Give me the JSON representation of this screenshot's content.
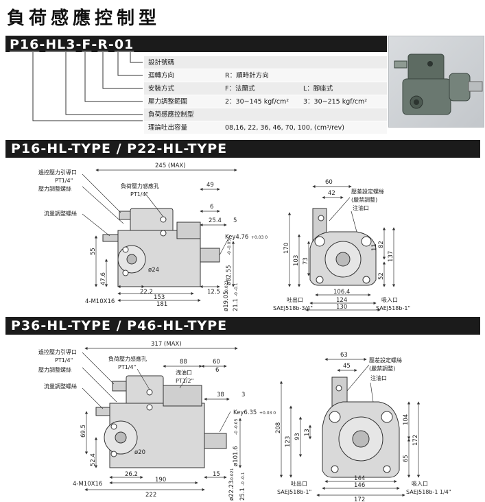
{
  "page_title": "負荷感應控制型",
  "model_code": {
    "parts": [
      "P16",
      "-",
      "HL",
      "3",
      "-",
      "F",
      "-",
      "R",
      "-",
      "01"
    ]
  },
  "spec_rows": [
    {
      "label": "設計號碼",
      "col2": "",
      "col3": ""
    },
    {
      "label": "迴轉方向",
      "col2": "R：順時針方向",
      "col3": ""
    },
    {
      "label": "安裝方式",
      "col2": "F：法蘭式",
      "col3": "L：腳座式"
    },
    {
      "label": "壓力調整範圍",
      "col2": "2：30~145 kgf/cm²",
      "col3": "3：30~215 kgf/cm²"
    },
    {
      "label": "負荷感應控制型",
      "col2": "",
      "col3": ""
    },
    {
      "label": "理論吐出容量",
      "col2": "08,16, 22, 36, 46, 70, 100, (cm³/rev)",
      "col3": ""
    }
  ],
  "section1": {
    "title": "P16-HL-TYPE / P22-HL-TYPE",
    "side": {
      "overall": "245 (MAX)",
      "label_remote": "遙控壓力引導口",
      "label_remote_port": "PT1/4\"",
      "label_pressure_screw": "壓力調整螺絲",
      "label_flow_screw": "流量調整螺絲",
      "label_load_port": "負荷壓力感應孔",
      "label_load_port_size": "PT1/4\"",
      "d49": "49",
      "d6": "6",
      "d25_4": "25.4",
      "d5": "5",
      "key": "Key4.76",
      "key_tol": "+0.03 0",
      "d55": "55",
      "d47_6": "47.6",
      "phi24": "ø24",
      "shaft_dia": "ø82.55",
      "shaft_dia_tol": "-0 -0.05",
      "d12_5": "12.5",
      "d22_2": "22.2",
      "d153": "153",
      "d181": "181",
      "bolts": "4-M10X16",
      "shaft": "ø19.05",
      "shaft_tol": "-0.021",
      "d21_1": "21.1",
      "d21_1_tol": "-0 -0.1"
    },
    "front": {
      "d60": "60",
      "d42": "42",
      "label_pressure_set": "壓差設定螺絲",
      "label_prohibit": "(嚴禁調整)",
      "label_oil": "注油口",
      "d170": "170",
      "d103": "103",
      "d73": "73",
      "d11": "11",
      "d82": "82",
      "d137": "137",
      "d52": "52",
      "d106_4": "106.4",
      "d124": "124",
      "d130": "130",
      "outlet": "吐出口",
      "outlet_spec": "SAEJ518b-3/4\"",
      "inlet": "吸入口",
      "inlet_spec": "SAEJ518b-1\""
    }
  },
  "section2": {
    "title": "P36-HL-TYPE / P46-HL-TYPE",
    "side": {
      "overall": "317 (MAX)",
      "label_remote": "遙控壓力引導口",
      "label_remote_port": "PT1/4\"",
      "label_pressure_screw": "壓力調整螺絲",
      "label_flow_screw": "流量調整螺絲",
      "label_load_port": "負荷壓力感應孔",
      "label_load_port_size": "PT1/4\"",
      "label_drain": "洩油口",
      "label_drain_size": "PT1/2\"",
      "d88": "88",
      "d60": "60",
      "d6": "6",
      "d38": "38",
      "d3": "3",
      "key": "Key6.35",
      "key_tol": "+0.03 0",
      "d69_5": "69.5",
      "d52_4": "52.4",
      "phi20": "ø20",
      "shaft_dia": "ø101.6",
      "shaft_dia_tol": "-0 -0.05",
      "d26_2": "26.2",
      "d190": "190",
      "d15": "15",
      "d222": "222",
      "bolts": "4-M10X16",
      "shaft": "ø22.23",
      "shaft_tol": "-0.021",
      "d25_1": "25.1",
      "d25_1_tol": "-0 -0.1"
    },
    "front": {
      "d63": "63",
      "d45": "45",
      "label_pressure_set": "壓差設定螺絲",
      "label_prohibit": "(嚴禁調整)",
      "label_oil": "注油口",
      "d208": "208",
      "d123": "123",
      "d93": "93",
      "d13": "13",
      "d104": "104",
      "d172v": "172",
      "d65": "65",
      "d144": "144",
      "d146": "146",
      "d172": "172",
      "outlet": "吐出口",
      "outlet_spec": "SAEJ518b-1\"",
      "inlet": "吸入口",
      "inlet_spec": "SAEJ518b-1 1/4\""
    }
  },
  "colors": {
    "bar": "#1b1b1b",
    "pump_fill": "#d4d4d4",
    "pump_stroke": "#333333"
  }
}
